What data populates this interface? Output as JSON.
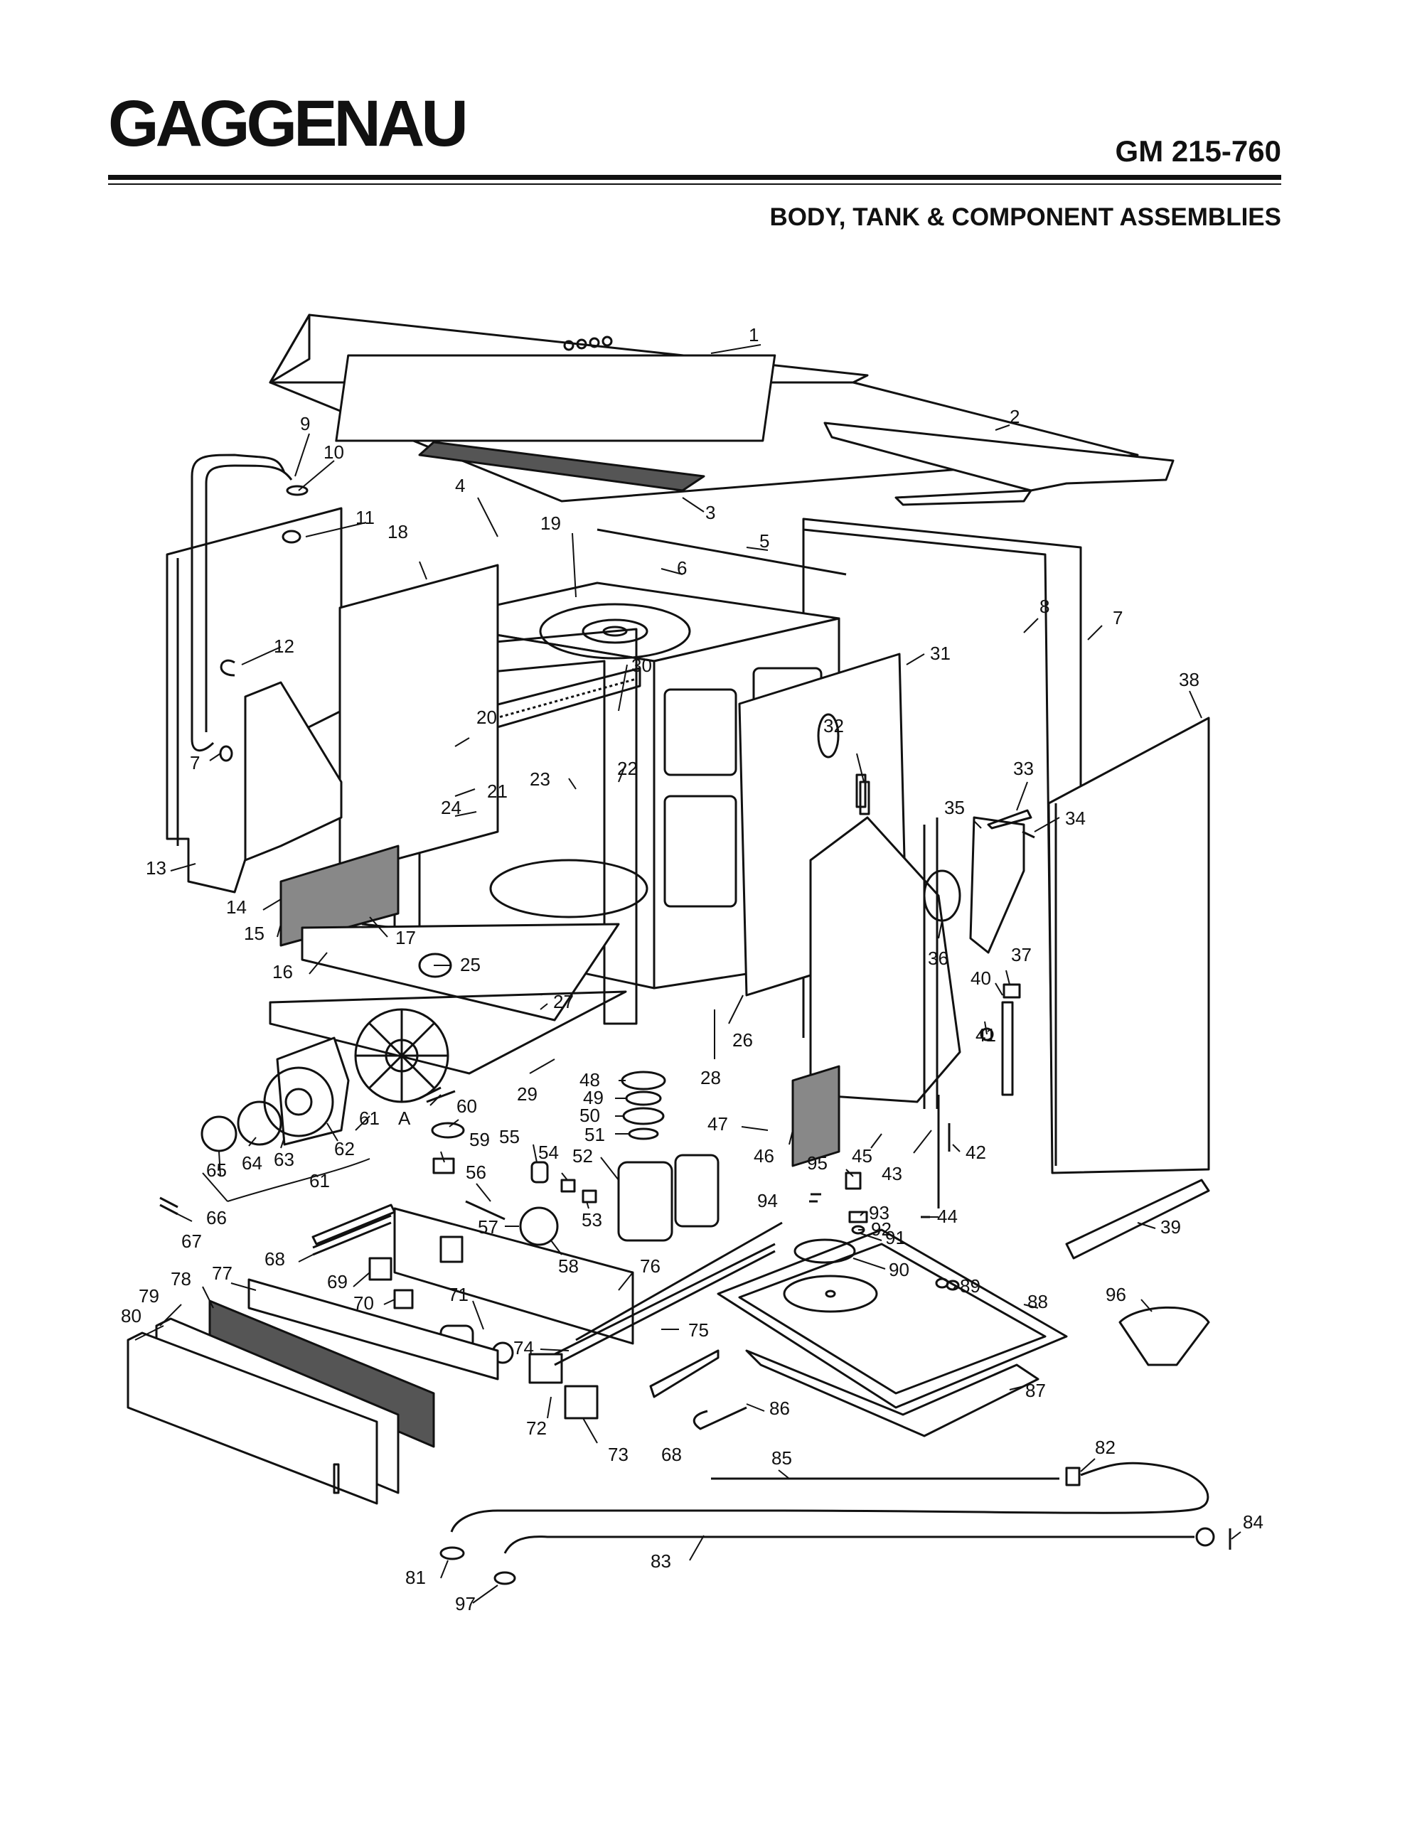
{
  "header": {
    "brand": "GAGGENAU",
    "model": "GM 215-760",
    "title": "BODY, TANK & COMPONENT ASSEMBLIES"
  },
  "callouts": [
    {
      "id": "c1",
      "text": "1"
    },
    {
      "id": "c2",
      "text": "2"
    },
    {
      "id": "c3",
      "text": "3"
    },
    {
      "id": "c4",
      "text": "4"
    },
    {
      "id": "c5",
      "text": "5"
    },
    {
      "id": "c6",
      "text": "6"
    },
    {
      "id": "c7a",
      "text": "7"
    },
    {
      "id": "c7b",
      "text": "7"
    },
    {
      "id": "c8",
      "text": "8"
    },
    {
      "id": "c9",
      "text": "9"
    },
    {
      "id": "c10",
      "text": "10"
    },
    {
      "id": "c11",
      "text": "11"
    },
    {
      "id": "c12",
      "text": "12"
    },
    {
      "id": "c13",
      "text": "13"
    },
    {
      "id": "c14",
      "text": "14"
    },
    {
      "id": "c15",
      "text": "15"
    },
    {
      "id": "c16",
      "text": "16"
    },
    {
      "id": "c17",
      "text": "17"
    },
    {
      "id": "c18",
      "text": "18"
    },
    {
      "id": "c19",
      "text": "19"
    },
    {
      "id": "c20",
      "text": "20"
    },
    {
      "id": "c21",
      "text": "21"
    },
    {
      "id": "c22",
      "text": "22"
    },
    {
      "id": "c23",
      "text": "23"
    },
    {
      "id": "c24",
      "text": "24"
    },
    {
      "id": "c25",
      "text": "25"
    },
    {
      "id": "c26",
      "text": "26"
    },
    {
      "id": "c27",
      "text": "27"
    },
    {
      "id": "c28",
      "text": "28"
    },
    {
      "id": "c29",
      "text": "29"
    },
    {
      "id": "c30",
      "text": "30"
    },
    {
      "id": "c31",
      "text": "31"
    },
    {
      "id": "c32",
      "text": "32"
    },
    {
      "id": "c33",
      "text": "33"
    },
    {
      "id": "c34",
      "text": "34"
    },
    {
      "id": "c35",
      "text": "35"
    },
    {
      "id": "c36",
      "text": "36"
    },
    {
      "id": "c37",
      "text": "37"
    },
    {
      "id": "c38",
      "text": "38"
    },
    {
      "id": "c39",
      "text": "39"
    },
    {
      "id": "c40",
      "text": "40"
    },
    {
      "id": "c41",
      "text": "41"
    },
    {
      "id": "c42",
      "text": "42"
    },
    {
      "id": "c43",
      "text": "43"
    },
    {
      "id": "c44",
      "text": "44"
    },
    {
      "id": "c45",
      "text": "45"
    },
    {
      "id": "c46",
      "text": "46"
    },
    {
      "id": "c47",
      "text": "47"
    },
    {
      "id": "c48",
      "text": "48"
    },
    {
      "id": "c49",
      "text": "49"
    },
    {
      "id": "c50",
      "text": "50"
    },
    {
      "id": "c51",
      "text": "51"
    },
    {
      "id": "c52",
      "text": "52"
    },
    {
      "id": "c53",
      "text": "53"
    },
    {
      "id": "c54",
      "text": "54"
    },
    {
      "id": "c55",
      "text": "55"
    },
    {
      "id": "c56",
      "text": "56"
    },
    {
      "id": "c57",
      "text": "57"
    },
    {
      "id": "c58",
      "text": "58"
    },
    {
      "id": "c59",
      "text": "59"
    },
    {
      "id": "c60",
      "text": "60"
    },
    {
      "id": "c61a",
      "text": "61"
    },
    {
      "id": "c61b",
      "text": "61"
    },
    {
      "id": "c62",
      "text": "62"
    },
    {
      "id": "c63",
      "text": "63"
    },
    {
      "id": "c64",
      "text": "64"
    },
    {
      "id": "c65",
      "text": "65"
    },
    {
      "id": "c66",
      "text": "66"
    },
    {
      "id": "c67",
      "text": "67"
    },
    {
      "id": "c68a",
      "text": "68"
    },
    {
      "id": "c68b",
      "text": "68"
    },
    {
      "id": "c69",
      "text": "69"
    },
    {
      "id": "c70",
      "text": "70"
    },
    {
      "id": "c71",
      "text": "71"
    },
    {
      "id": "c72",
      "text": "72"
    },
    {
      "id": "c73",
      "text": "73"
    },
    {
      "id": "c74",
      "text": "74"
    },
    {
      "id": "c75",
      "text": "75"
    },
    {
      "id": "c76",
      "text": "76"
    },
    {
      "id": "c77",
      "text": "77"
    },
    {
      "id": "c78",
      "text": "78"
    },
    {
      "id": "c79",
      "text": "79"
    },
    {
      "id": "c80",
      "text": "80"
    },
    {
      "id": "c81",
      "text": "81"
    },
    {
      "id": "c82",
      "text": "82"
    },
    {
      "id": "c83",
      "text": "83"
    },
    {
      "id": "c84",
      "text": "84"
    },
    {
      "id": "c85",
      "text": "85"
    },
    {
      "id": "c86",
      "text": "86"
    },
    {
      "id": "c87",
      "text": "87"
    },
    {
      "id": "c88",
      "text": "88"
    },
    {
      "id": "c89",
      "text": "89"
    },
    {
      "id": "c90",
      "text": "90"
    },
    {
      "id": "c91",
      "text": "91"
    },
    {
      "id": "c92",
      "text": "92"
    },
    {
      "id": "c93",
      "text": "93"
    },
    {
      "id": "c94",
      "text": "94"
    },
    {
      "id": "c95",
      "text": "95"
    },
    {
      "id": "c96",
      "text": "96"
    },
    {
      "id": "c97",
      "text": "97"
    },
    {
      "id": "cA",
      "text": "A"
    }
  ]
}
